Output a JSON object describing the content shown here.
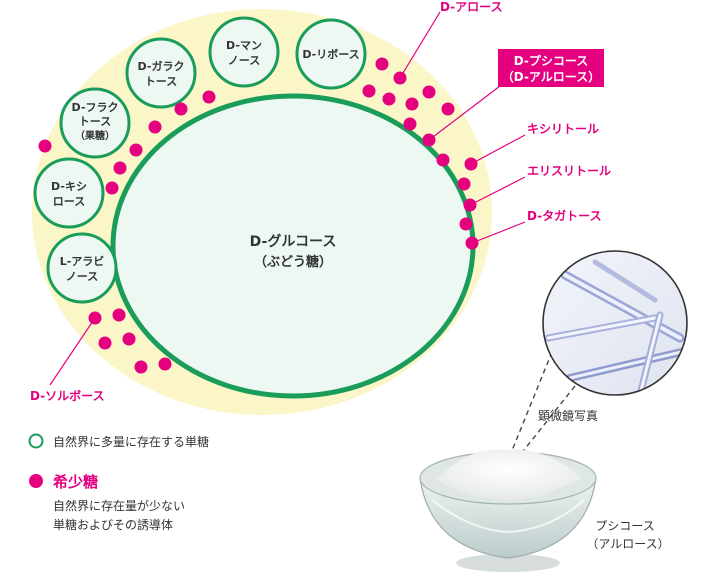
{
  "colors": {
    "pale_yellow": "#fbf6c8",
    "green": "#1a9c5a",
    "light_green_fill": "#eef8f2",
    "magenta": "#e4007f",
    "text_dark": "#333333",
    "label_box_bg": "#e4007f",
    "white": "#ffffff"
  },
  "diagram": {
    "glucose": {
      "line1": "D-グルコース",
      "line2": "（ぶどう糖）"
    },
    "small_sugars": [
      {
        "id": "mannose",
        "line1": "D-マン",
        "line2": "ノース"
      },
      {
        "id": "ribose",
        "line1": "D-リボース",
        "line2": ""
      },
      {
        "id": "galactose",
        "line1": "D-ガラク",
        "line2": "トース"
      },
      {
        "id": "fructose",
        "line1": "D-フラク",
        "line2": "トース",
        "line3": "（果糖）"
      },
      {
        "id": "xylose",
        "line1": "D-キシ",
        "line2": "ロース"
      },
      {
        "id": "arabinose",
        "line1": "L-アラビ",
        "line2": "ノース"
      }
    ],
    "rare_sugar_labels": {
      "allose": "D-アロース",
      "psicose_line1": "D-プシコース",
      "psicose_line2": "（D-アルロース）",
      "xylitol": "キシリトール",
      "erythritol": "エリスリトール",
      "tagatose": "D-タガトース",
      "sorbose": "D-ソルボース"
    }
  },
  "legend": {
    "common_label": "自然界に多量に存在する単糖",
    "rare_title": "希少糖",
    "rare_desc_line1": "自然界に存在量が少ない",
    "rare_desc_line2": "単糖およびその誘導体"
  },
  "photo": {
    "microscope_caption": "顕微鏡写真",
    "product_line1": "プシコース",
    "product_line2": "（アルロース）"
  }
}
